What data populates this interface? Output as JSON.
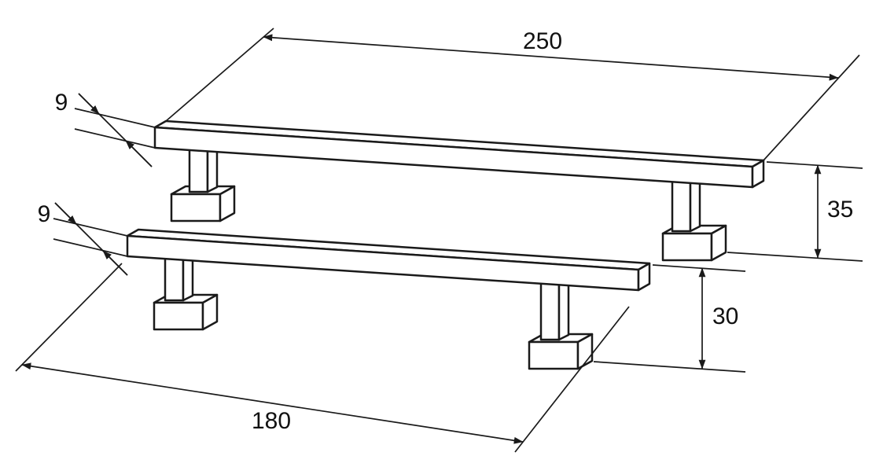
{
  "figure": {
    "labels": {
      "length_back": "250",
      "thickness_back": "9",
      "thickness_front": "9",
      "height_back": "35",
      "height_front": "30",
      "length_front": "180"
    },
    "colors": {
      "line": "#1a1a1a",
      "background": "#ffffff"
    }
  }
}
